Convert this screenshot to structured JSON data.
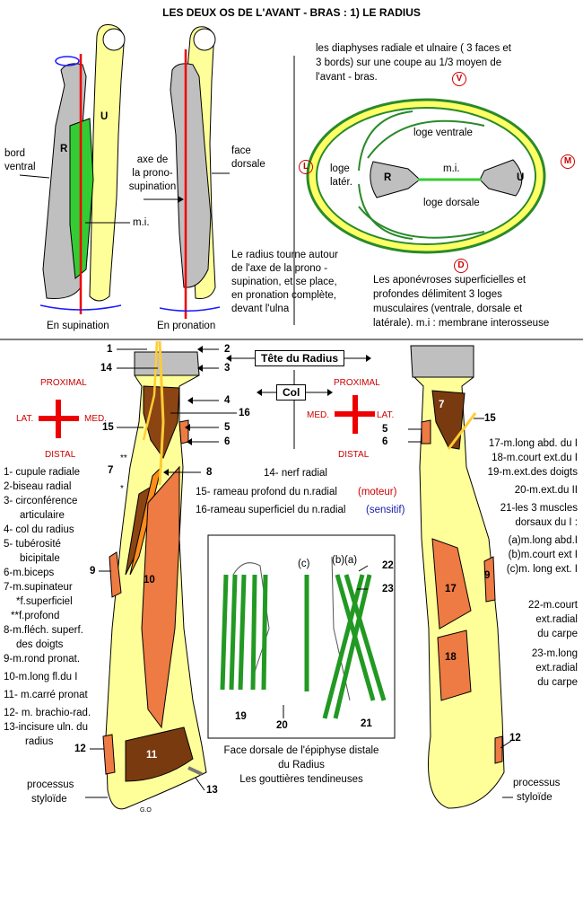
{
  "title": "LES DEUX OS DE L'AVANT - BRAS :  1)   LE  RADIUS",
  "top_left": {
    "label_r": "R",
    "label_u": "U",
    "bord_ventral": [
      "bord",
      "ventral"
    ],
    "axe": [
      "axe de",
      "la prono-",
      "supination"
    ],
    "mi": "m.i.",
    "face_dorsale": [
      "face",
      "dorsale"
    ],
    "supination": "En supination",
    "pronation": "En pronation",
    "radius_text": [
      "Le radius tourne autour",
      "de l'axe de la prono -",
      "supination, et se place,",
      "en pronation complète,",
      "devant l'ulna"
    ]
  },
  "cross_section": {
    "intro": [
      "les diaphyses radiale et ulnaire ( 3 faces et",
      "3 bords) sur une coupe au 1/3 moyen de",
      "l'avant - bras."
    ],
    "v": "V",
    "l": "L",
    "m": "M",
    "d": "D",
    "loge_ventrale": "loge ventrale",
    "loge_dorsale": "loge dorsale",
    "loge_lat": [
      "loge",
      "latér."
    ],
    "r": "R",
    "u": "U",
    "mi": "m.i.",
    "note": [
      "Les aponévroses superficielles et",
      "profondes délimitent 3 loges",
      "musculaires (ventrale, dorsale et",
      "latérale). m.i : membrane interosseuse"
    ]
  },
  "tete_label": "Tête du Radius",
  "col_label": "Col",
  "orientation": {
    "proximal": "PROXIMAL",
    "distal": "DISTAL",
    "lat": "LAT.",
    "med": "MED."
  },
  "legend_left": [
    "1- cupule radiale",
    "2-biseau radial",
    "3- circonférence",
    "articulaire",
    "4- col du radius",
    "5- tubérosité",
    "bicipitale",
    "6-m.biceps",
    "7-m.supinateur",
    "*f.superficiel",
    "**f.profond",
    "8-m.fléch. superf.",
    "des doigts",
    "9-m.rond pronat.",
    "10-m.long fl.du I",
    "11- m.carré pronat",
    "12- m. brachio-rad.",
    "13-incisure uln. du",
    "radius"
  ],
  "legend_mid": {
    "n14": "14-  nerf radial",
    "n15": "15-  rameau profond du n.radial",
    "n15b": "(moteur)",
    "n16": "16-rameau superficiel du n.radial",
    "n16b": "(sensitif)"
  },
  "legend_right": [
    "17-m.long abd. du I",
    "18-m.court ext.du I",
    "19-m.ext.des doigts",
    "20-m.ext.du II",
    "21-les 3 muscles",
    "dorsaux du I :",
    "(a)m.long abd.I",
    "(b)m.court ext I",
    "(c)m. long ext. I",
    "22-m.court",
    "ext.radial",
    "du carpe",
    "23-m.long",
    "ext.radial",
    "du carpe"
  ],
  "numbers": {
    "n1": "1",
    "n2": "2",
    "n3": "3",
    "n4": "4",
    "n5": "5",
    "n6": "6",
    "n7": "7",
    "n8": "8",
    "n9": "9",
    "n10": "10",
    "n11": "11",
    "n12": "12",
    "n13": "13",
    "n14": "14",
    "n15": "15",
    "n16": "16",
    "n17": "17",
    "n18": "18",
    "n19": "19",
    "n20": "20",
    "n21": "21",
    "n22": "22",
    "n23": "23",
    "a": "(a)",
    "b": "(b)",
    "c": "(c)",
    "star1": "**",
    "star2": "*"
  },
  "processus": [
    "processus",
    "styloïde"
  ],
  "inset_caption": [
    "Face dorsale de l'épiphyse distale",
    "du Radius",
    "Les gouttières tendineuses"
  ],
  "signature": "G.O"
}
